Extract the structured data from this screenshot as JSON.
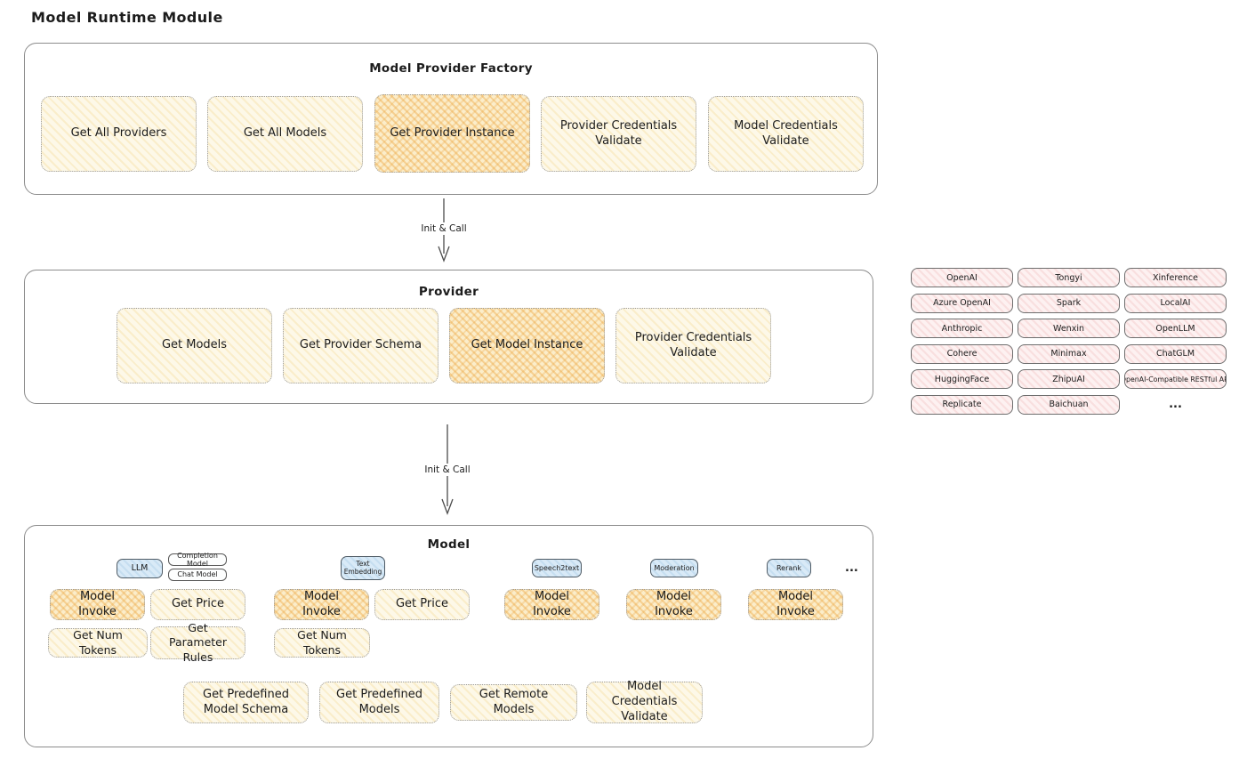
{
  "page_title": "Model Runtime Module",
  "arrows": {
    "label_1": "Init & Call",
    "label_2": "Init & Call"
  },
  "colors": {
    "yellow_fill": "#fdf8e8",
    "yellow_hatch": "#eecc70",
    "orange_fill": "#fbedca",
    "orange_hatch": "#eca640",
    "pink_fill": "#fdf1f1",
    "pink_hatch": "#e99e9e",
    "blue_fill": "#d9eaf7",
    "box_border": "#8c8c8c"
  },
  "factory": {
    "title": "Model Provider Factory",
    "buttons": [
      {
        "label": "Get All Providers",
        "highlighted": false
      },
      {
        "label": "Get All Models",
        "highlighted": false
      },
      {
        "label": "Get Provider Instance",
        "highlighted": true
      },
      {
        "label": "Provider Credentials Validate",
        "highlighted": false
      },
      {
        "label": "Model Credentials Validate",
        "highlighted": false
      }
    ]
  },
  "provider": {
    "title": "Provider",
    "buttons": [
      {
        "label": "Get Models",
        "highlighted": false
      },
      {
        "label": "Get Provider Schema",
        "highlighted": false
      },
      {
        "label": "Get Model Instance",
        "highlighted": true
      },
      {
        "label": "Provider Credentials Validate",
        "highlighted": false
      }
    ]
  },
  "provider_list": [
    "OpenAI",
    "Tongyi",
    "Xinference",
    "Azure OpenAI",
    "Spark",
    "LocalAI",
    "Anthropic",
    "Wenxin",
    "OpenLLM",
    "Cohere",
    "Minimax",
    "ChatGLM",
    "HuggingFace",
    "ZhipuAI",
    "OpenAI-Compatible RESTful API",
    "Replicate",
    "Baichuan"
  ],
  "provider_list_more": "...",
  "model": {
    "title": "Model",
    "ellipsis": "...",
    "tabs": {
      "llm": "LLM",
      "completion": "Completion Model",
      "chat": "Chat Model",
      "text_embedding": "Text Embedding",
      "speech2text": "Speech2text",
      "moderation": "Moderation",
      "rerank": "Rerank"
    },
    "buttons": {
      "model_invoke": "Model Invoke",
      "get_price": "Get Price",
      "get_num_tokens": "Get Num Tokens",
      "get_parameter_rules": "Get Parameter Rules",
      "get_predefined_model_schema": "Get Predefined Model Schema",
      "get_predefined_models": "Get Predefined Models",
      "get_remote_models": "Get Remote Models",
      "model_credentials_validate": "Model Credentials Validate"
    }
  }
}
